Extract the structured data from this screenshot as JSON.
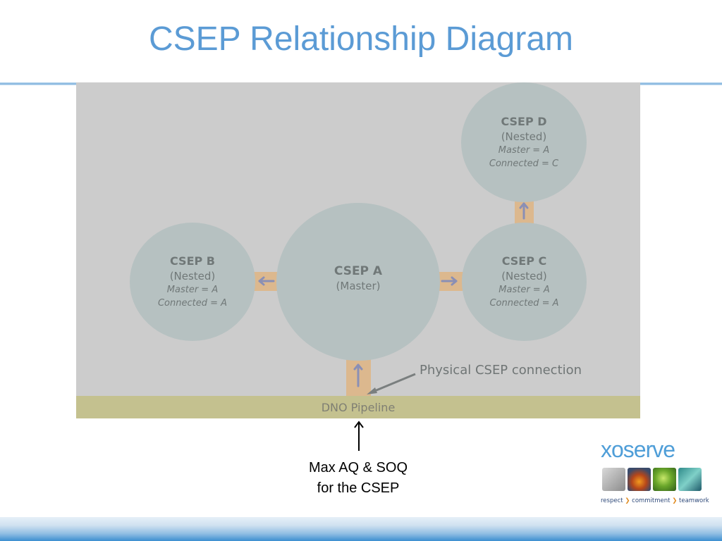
{
  "title": "CSEP Relationship Diagram",
  "colors": {
    "title": "#5b9bd5",
    "panel": "#cccccc",
    "node": "#b6c1c1",
    "connection": "#dcb88e",
    "arrow": "#8a8fb5",
    "pipeline": "#c4c18f"
  },
  "nodes": [
    {
      "id": "b",
      "name": "CSEP B",
      "role": "(Nested)",
      "master": "Master = A",
      "connected": "Connected = A"
    },
    {
      "id": "a",
      "name": "CSEP A",
      "role": "(Master)",
      "master": "",
      "connected": ""
    },
    {
      "id": "c",
      "name": "CSEP C",
      "role": "(Nested)",
      "master": "Master = A",
      "connected": "Connected = A"
    },
    {
      "id": "d",
      "name": "CSEP D",
      "role": "(Nested)",
      "master": "Master = A",
      "connected": "Connected = C"
    }
  ],
  "pipeline_label": "DNO Pipeline",
  "annotation": "Physical CSEP connection",
  "note": {
    "line1": "Max AQ & SOQ",
    "line2": "for the CSEP"
  },
  "logo": {
    "wordmark": "xoserve",
    "tagline": {
      "item1": "respect",
      "item2": "commitment",
      "item3": "teamwork",
      "separator": "❯"
    }
  }
}
